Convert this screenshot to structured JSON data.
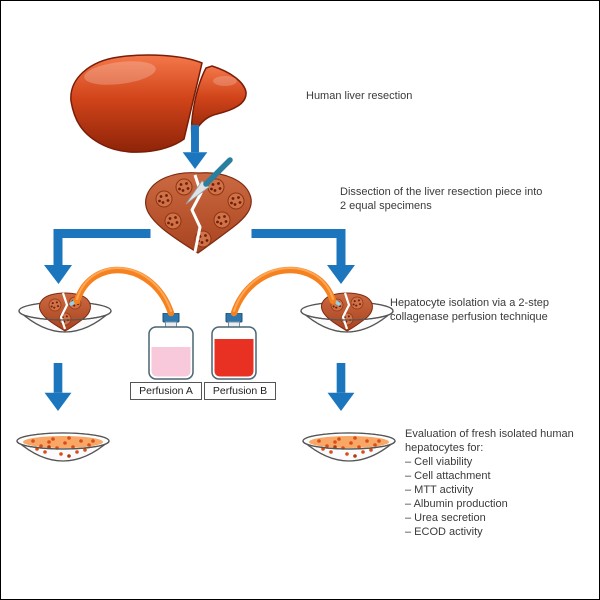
{
  "steps": {
    "resection": "Human liver resection",
    "dissection": "Dissection of the liver resection piece into\n2 equal specimens",
    "isolation": "Hepatocyte isolation via a 2-step\ncollagenase perfusion technique",
    "evaluation_heading": "Evaluation of fresh isolated human\nhepatocytes for:",
    "evaluation_items": [
      "– Cell viability",
      "– Cell attachment",
      "– MTT activity",
      "– Albumin production",
      "– Urea secretion",
      "– ECOD activity"
    ]
  },
  "bottles": {
    "a": "Perfusion A",
    "b": "Perfusion B"
  },
  "icons": {
    "liver": "liver-illustration",
    "scalpel": "scalpel-icon",
    "specimen_dish": "watch-glass-dish",
    "perfusion_bottle": "lab-bottle",
    "flow_arrow": "blue-flow-arrow",
    "tubing": "orange-perfusion-tube"
  },
  "colors": {
    "arrow": "#1c76bd",
    "tube": "#f5821f",
    "liquid_a": "#f7c9da",
    "liquid_b": "#e93123",
    "text": "#3a3a3a"
  }
}
